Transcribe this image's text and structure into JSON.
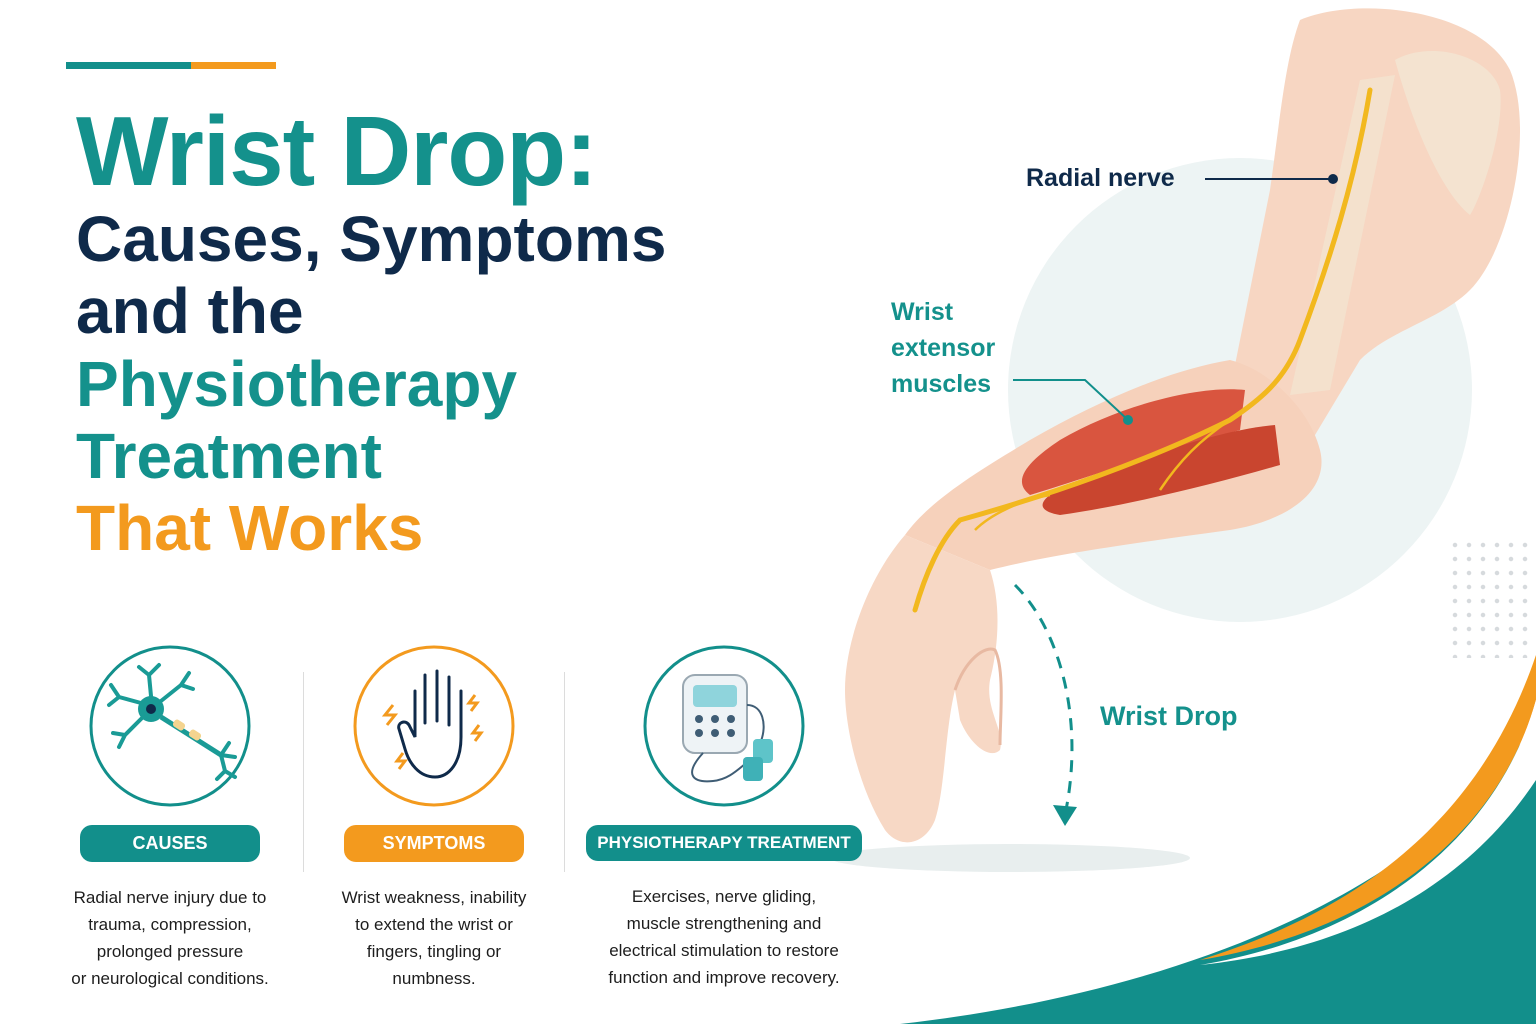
{
  "title": {
    "line1": "Wrist Drop:",
    "line2": "Causes, Symptoms",
    "line3": "and the",
    "line4": "Physiotherapy",
    "line5": "Treatment",
    "line6": "That Works"
  },
  "cards": [
    {
      "label": "CAUSES",
      "color": "#128f8b",
      "icon": "neuron-icon",
      "description": [
        "Radial nerve injury due to",
        "trauma, compression,",
        "prolonged pressure",
        "or neurological conditions."
      ]
    },
    {
      "label": "SYMPTOMS",
      "color": "#f39a1e",
      "icon": "tingling-hand-icon",
      "description": [
        "Wrist weakness, inability",
        "to extend the wrist or",
        "fingers, tingling or",
        "numbness."
      ]
    },
    {
      "label": "PHYSIOTHERAPY TREATMENT",
      "color": "#128f8b",
      "icon": "tens-device-icon",
      "description": [
        "Exercises, nerve gliding,",
        "muscle strengthening and",
        "electrical stimulation to restore",
        "function and improve recovery."
      ]
    }
  ],
  "anatomy_labels": {
    "radial_nerve": "Radial nerve",
    "extensor_line1": "Wrist",
    "extensor_line2": "extensor",
    "extensor_line3": "muscles",
    "wrist_drop": "Wrist Drop"
  },
  "colors": {
    "teal": "#128f8b",
    "orange": "#f39a1e",
    "navy": "#0f2a4a",
    "nerve": "#f2b81e",
    "muscle": "#d9553f",
    "skin": "#f6d1bb"
  }
}
